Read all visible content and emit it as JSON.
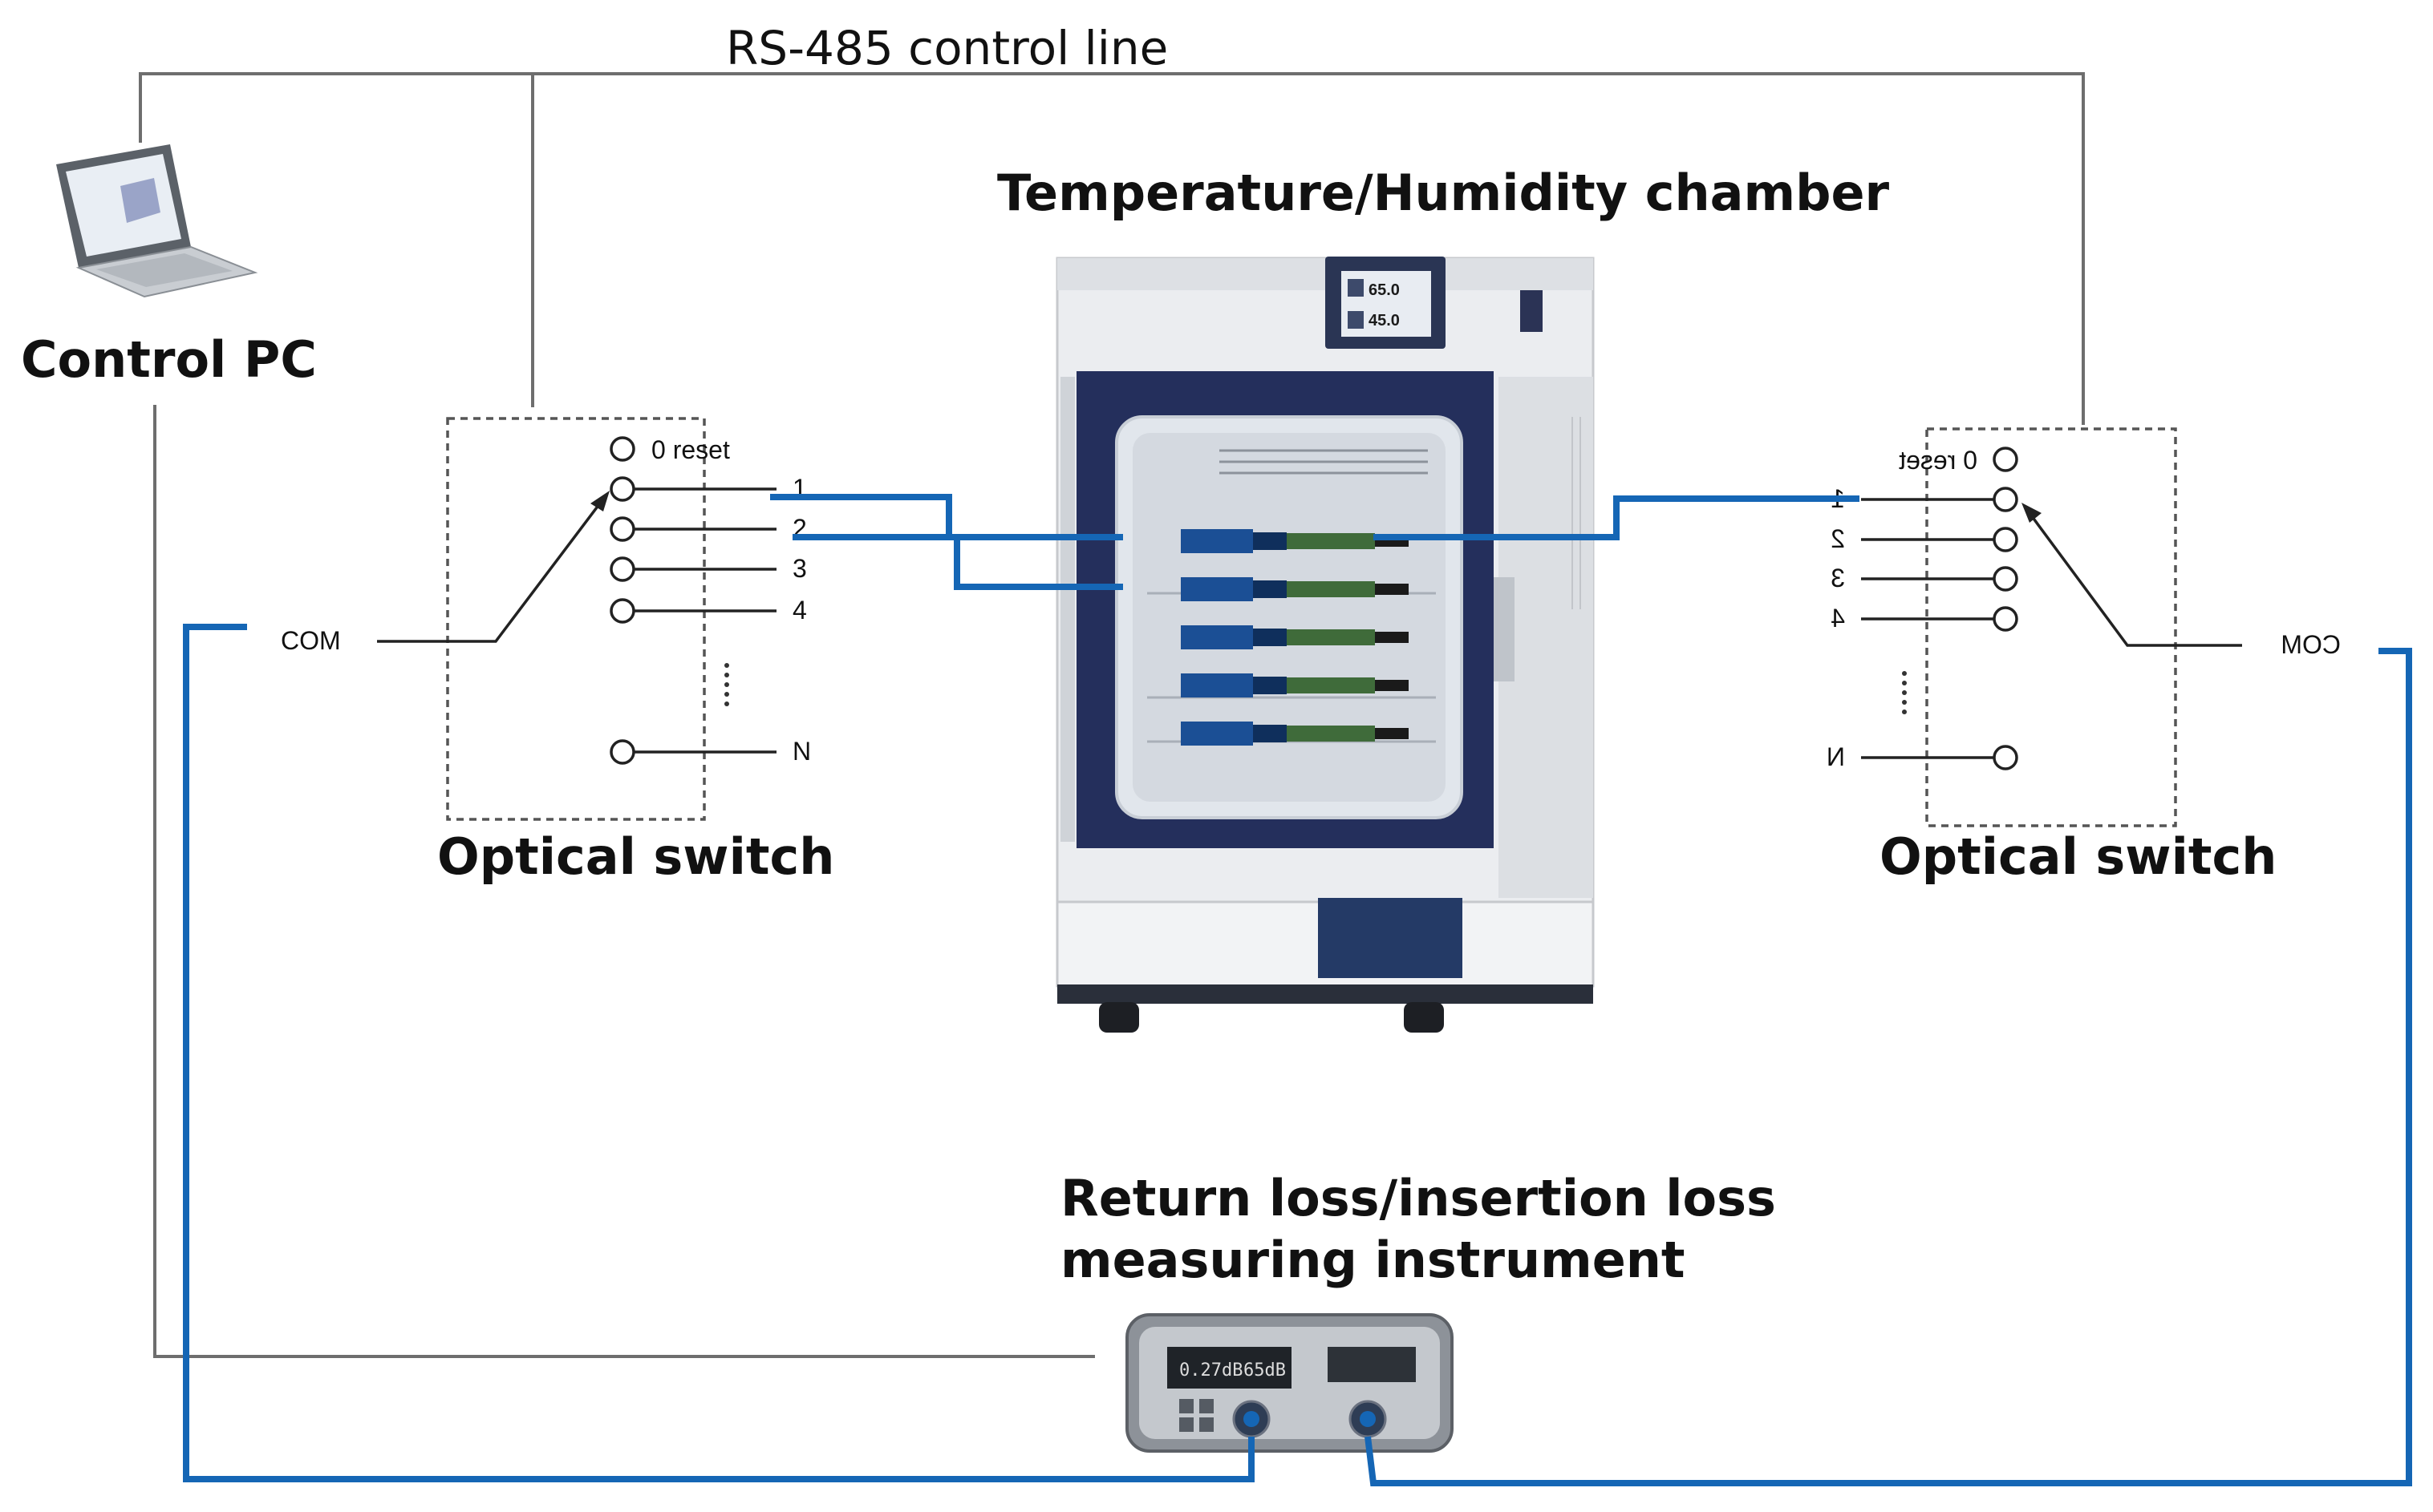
{
  "control_line_label": "RS-485 control line",
  "control_pc": {
    "label": "Control PC",
    "icon": "laptop-icon"
  },
  "chamber": {
    "title": "Temperature/Humidity chamber",
    "display_reading_1": "65.0",
    "display_reading_2": "45.0"
  },
  "optical_switch_left": {
    "label": "Optical switch",
    "common_port": "COM",
    "ports": [
      "0 reset",
      "1",
      "2",
      "3",
      "4",
      "N"
    ]
  },
  "optical_switch_right": {
    "label": "Optical switch",
    "common_port": "COM",
    "ports": [
      "0 reset",
      "1",
      "2",
      "3",
      "4",
      "N"
    ]
  },
  "instrument": {
    "title_line_1": "Return loss/insertion loss",
    "title_line_2": "measuring instrument",
    "display_1": "0.27dB",
    "display_2": "65dB"
  },
  "colors": {
    "fiber_blue": "#1566b5",
    "control_line_gray": "#6e6e6e",
    "chamber_frame": "#242f5c"
  }
}
